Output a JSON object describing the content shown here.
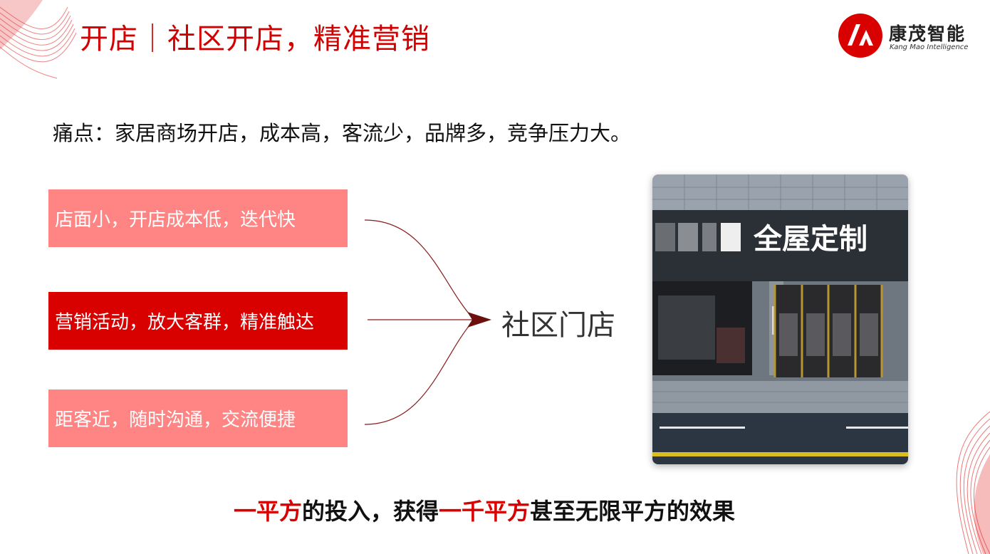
{
  "slide": {
    "title": "开店｜社区开店，精准营销",
    "pain_point": "痛点：家居商场开店，成本高，客流少，品牌多，竞争压力大。",
    "features": [
      {
        "label": "店面小，开店成本低，迭代快"
      },
      {
        "label": "营销活动，放大客群，精准触达"
      },
      {
        "label": "距客近，随时沟通，交流便捷"
      }
    ],
    "target_label": "社区门店",
    "storefront_sign": "全屋定制",
    "bottom_parts": [
      "一平方",
      "的投入，获得",
      "一千平方",
      "甚至无限平方的效果"
    ]
  },
  "logo": {
    "name_cn": "康茂智能",
    "name_en": "Kang Mao Intelligence"
  },
  "colors": {
    "accent": "#d40000",
    "box_light": "#ff8585",
    "box_dark": "#d90000",
    "connector": "#8b1a1a"
  }
}
